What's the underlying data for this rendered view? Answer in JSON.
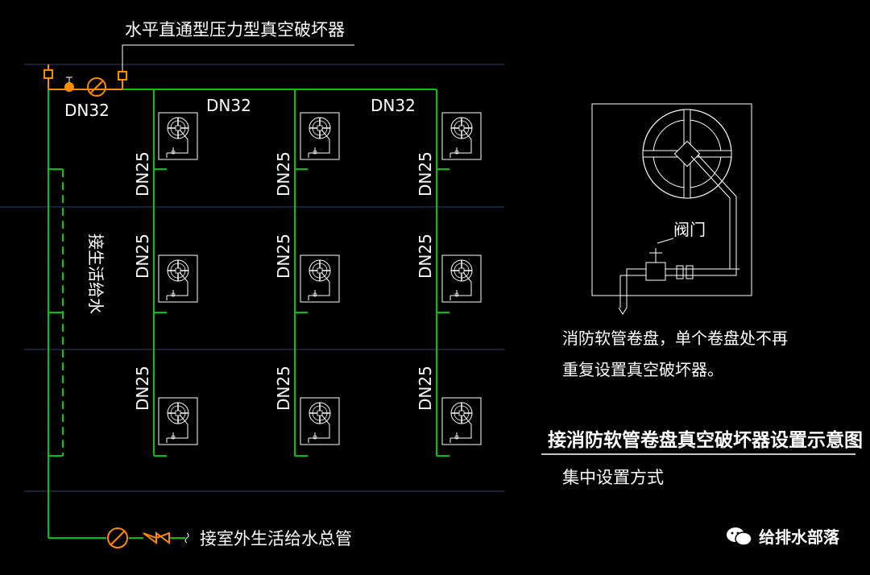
{
  "labels": {
    "breaker_title": "水平直通型压力型真空破坏器",
    "main_pipe_size": "DN32",
    "top_pipe_size": "DN32",
    "branch_size": "DN25",
    "domestic_supply": "接生活给水",
    "outdoor_main": "接室外生活给水总管",
    "valve": "阀门",
    "reel_valve_small": "阀门"
  },
  "detail": {
    "note_line1": "消防软管卷盘，单个卷盘处不再",
    "note_line2": "重复设置真空破坏器。",
    "title": "接消防软管卷盘真空破坏器设置示意图",
    "subtitle": "集中设置方式"
  },
  "watermark": {
    "text": "给排水部落"
  },
  "colors": {
    "background": "#000000",
    "pipe": "#00c800",
    "device": "#ff8c00",
    "floor_line": "#2c3e78",
    "text": "#ffffff"
  }
}
